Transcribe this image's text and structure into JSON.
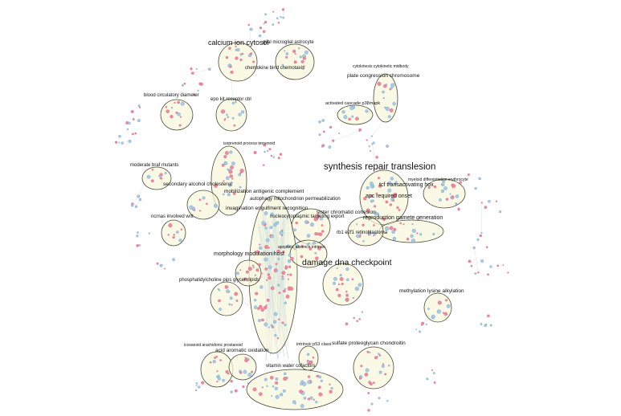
{
  "colors": {
    "background": "#ffffff",
    "cluster_fill": "#f8f6dc",
    "cluster_stroke": "#4a4a3a",
    "edge": "#b9cde0",
    "node_pink": "#f08aa0",
    "node_blue": "#a9cbe6"
  },
  "clusters": [
    {
      "label": "calcium ion cytosol"
    },
    {
      "label": "glial microglial astrocyte"
    },
    {
      "label": "chemokine bind chemotaxis"
    },
    {
      "label": "cytokinesis cytokinetic midbody"
    },
    {
      "label": "plate congression chromosome"
    },
    {
      "label": "blood circulatory diameter"
    },
    {
      "label": "epo kit receptor cbl"
    },
    {
      "label": "activated cascade p38mapk"
    },
    {
      "label": "isoprenoid process terpenoid"
    },
    {
      "label": "moderate braf mutants"
    },
    {
      "label": "synthesis repair translesion"
    },
    {
      "label": "myeloid differentiation erythrocyte"
    },
    {
      "label": "tcf transactivating hox"
    },
    {
      "label": "secondary alcohol cholesterol"
    },
    {
      "label": "mobilization antigenic complement"
    },
    {
      "label": "apc required onset"
    },
    {
      "label": "autophagy mitochondrion permeabilization"
    },
    {
      "label": "invagination engulfment recognition"
    },
    {
      "label": "sister chromatid cohesion"
    },
    {
      "label": "ncrnas involved wnt"
    },
    {
      "label": "nucleocytoplasmic targeting export"
    },
    {
      "label": "reproduction gamete generation"
    },
    {
      "label": "rb1 e2f1 retinoblastoma"
    },
    {
      "label": "apoptotic absence intrinsic"
    },
    {
      "label": "morphology modulation host"
    },
    {
      "label": "damage dna checkpoint"
    },
    {
      "label": "phosphatidylcholine pips glycerolipids"
    },
    {
      "label": "methylation lysine alkylation"
    },
    {
      "label": "icosanoid arachidonic prostanoid"
    },
    {
      "label": "intrinsic p53 class"
    },
    {
      "label": "sulfate proteoglycan chondroitin"
    },
    {
      "label": "acid aromatic oxidation"
    },
    {
      "label": "vitamin water cofactors"
    }
  ]
}
